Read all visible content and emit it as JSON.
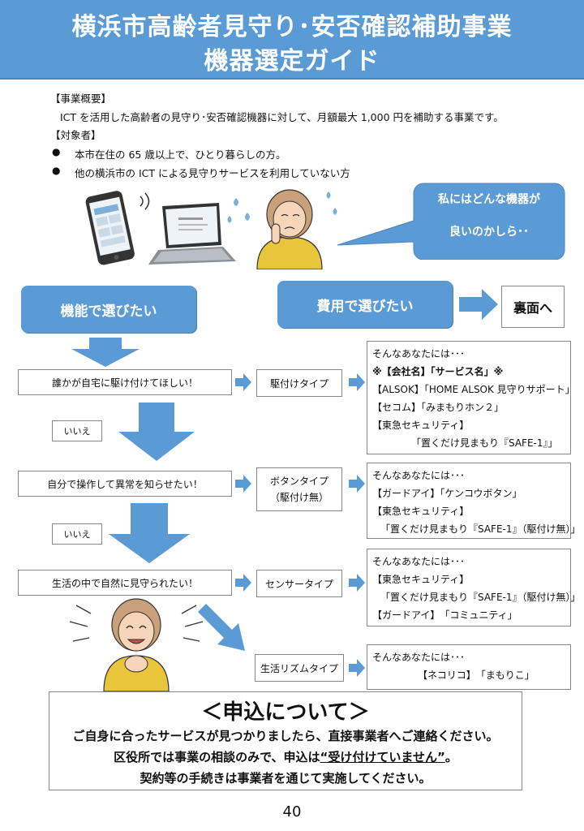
{
  "header": {
    "title_line1": "横浜市高齢者見守り･安否確認補助事業",
    "title_line2": "機器選定ガイド"
  },
  "overview": {
    "heading": "【事業概要】",
    "text": "ICT を活用した高齢者の見守り･安否確認機器に対して、月額最大 1,000 円を補助する事業です。"
  },
  "target": {
    "heading": "【対象者】",
    "items": [
      "本市在住の 65 歳以上で、ひとり暮らしの方。",
      "他の横浜市の ICT による見守りサービスを利用していない方"
    ]
  },
  "bubble": {
    "line1": "私にはどんな機器が",
    "line2": "良いのかしら･･"
  },
  "buttons": {
    "by_function": "機能で選びたい",
    "by_cost": "費用で選びたい",
    "back_page": "裏面へ"
  },
  "questions": {
    "q1": "誰かが自宅に駆け付けてほしい！",
    "q2": "自分で操作して異常を知らせたい！",
    "q3": "生活の中で自然に見守られたい！"
  },
  "no_labels": {
    "no1": "いいえ",
    "no2": "いいえ"
  },
  "types": {
    "t1": "駆付けタイプ",
    "t2_line1": "ボタンタイプ",
    "t2_line2": "（駆付け無）",
    "t3": "センサータイプ",
    "t4": "生活リズムタイプ"
  },
  "results": {
    "r1": {
      "intro": "そんなあなたには･･･",
      "legend": "※【会社名】「サービス名」※",
      "lines": [
        "【ALSOK】「HOME ALSOK 見守りサポート」",
        "【セコム】「みまもりホン２」",
        "【東急セキュリティ】",
        "「置くだけ見まもり『SAFE-1』」"
      ]
    },
    "r2": {
      "intro": "そんなあなたには･･･",
      "lines": [
        "【ガードアイ】「ケンコウボタン」",
        "【東急セキュリティ】",
        "「置くだけ見まもり『SAFE-1』（駆付け無）」"
      ]
    },
    "r3": {
      "intro": "そんなあなたには･･･",
      "lines": [
        "【東急セキュリティ】",
        "「置くだけ見まもり『SAFE-1』（駆付け無）」",
        "【ガードアイ】　「コミュニティ」"
      ]
    },
    "r4": {
      "intro": "そんなあなたには･･･",
      "lines": [
        "【ネコリコ】　「まもりこ」"
      ]
    }
  },
  "apply": {
    "heading": "＜申込について＞",
    "line1": "ご自身に合ったサービスが見つかりましたら、直接事業者へご連絡ください。",
    "line2_pre": "区役所では事業の相談のみで、申込は",
    "line2_emph": "“受け付けていません”",
    "line2_post": "。",
    "line3": "契約等の手続きは事業者を通じて実施してください。"
  },
  "page_number": "40",
  "colors": {
    "banner_blue": "#5b9bd5",
    "arrow_blue": "#5b9bd5",
    "accent_yellow": "#e8c53a"
  },
  "illustrations": {
    "smartphone": "smartphone-illustration",
    "laptop": "laptop-illustration",
    "worried_woman": "worried-elderly-woman-illustration",
    "happy_woman": "happy-elderly-woman-illustration"
  }
}
